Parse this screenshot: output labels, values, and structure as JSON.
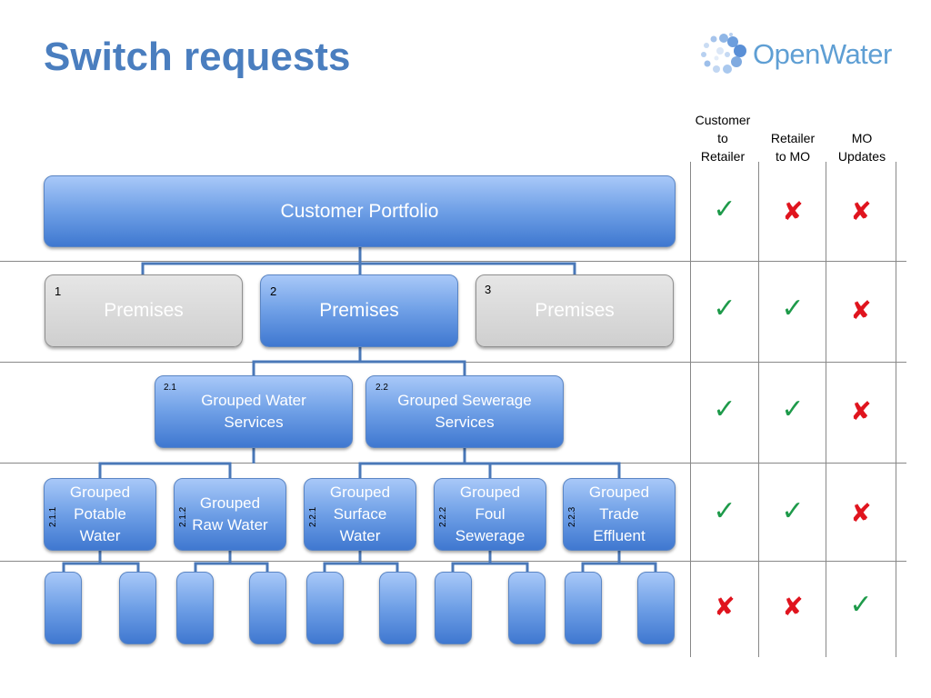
{
  "title": "Switch requests",
  "logo": {
    "text": "OpenWater"
  },
  "columns": {
    "customer_to_retailer": [
      "Customer",
      "to",
      "Retailer"
    ],
    "retailer_to_mo": [
      "Retailer",
      "to MO"
    ],
    "mo_updates": [
      "MO",
      "Updates"
    ]
  },
  "level0": {
    "label": "Customer Portfolio"
  },
  "level1": [
    {
      "num": "1",
      "label": "Premises",
      "active": false
    },
    {
      "num": "2",
      "label": "Premises",
      "active": true
    },
    {
      "num": "3",
      "label": "Premises",
      "active": false
    }
  ],
  "level2": [
    {
      "num": "2.1",
      "label": [
        "Grouped Water",
        "Services"
      ]
    },
    {
      "num": "2.2",
      "label": [
        "Grouped Sewerage",
        "Services"
      ]
    }
  ],
  "level3": [
    {
      "num": "2.1.1",
      "label": [
        "Grouped",
        "Potable",
        "Water"
      ]
    },
    {
      "num": "2.1.2",
      "label": [
        "Grouped",
        "Raw Water"
      ]
    },
    {
      "num": "2.2.1",
      "label": [
        "Grouped",
        "Surface",
        "Water"
      ]
    },
    {
      "num": "2.2.2",
      "label": [
        "Grouped",
        "Foul",
        "Sewerage"
      ]
    },
    {
      "num": "2.2.3",
      "label": [
        "Grouped",
        "Trade",
        "Effluent"
      ]
    }
  ],
  "matrix": [
    {
      "row": "customer-portfolio",
      "customer_to_retailer": "✓",
      "retailer_to_mo": "✘",
      "mo_updates": "✘"
    },
    {
      "row": "premises",
      "customer_to_retailer": "✓",
      "retailer_to_mo": "✓",
      "mo_updates": "✘"
    },
    {
      "row": "grouped-services",
      "customer_to_retailer": "✓",
      "retailer_to_mo": "✓",
      "mo_updates": "✘"
    },
    {
      "row": "grouped-sub-services",
      "customer_to_retailer": "✓",
      "retailer_to_mo": "✓",
      "mo_updates": "✘"
    },
    {
      "row": "supply-points",
      "customer_to_retailer": "✘",
      "retailer_to_mo": "✘",
      "mo_updates": "✓"
    }
  ],
  "colors": {
    "title": "#4a7ebf",
    "tick": "#1e9a4a",
    "cross": "#e0141e",
    "box_blue": "#6e9fe6",
    "box_gray": "#cfcfcf",
    "connector": "#4a78b8"
  }
}
